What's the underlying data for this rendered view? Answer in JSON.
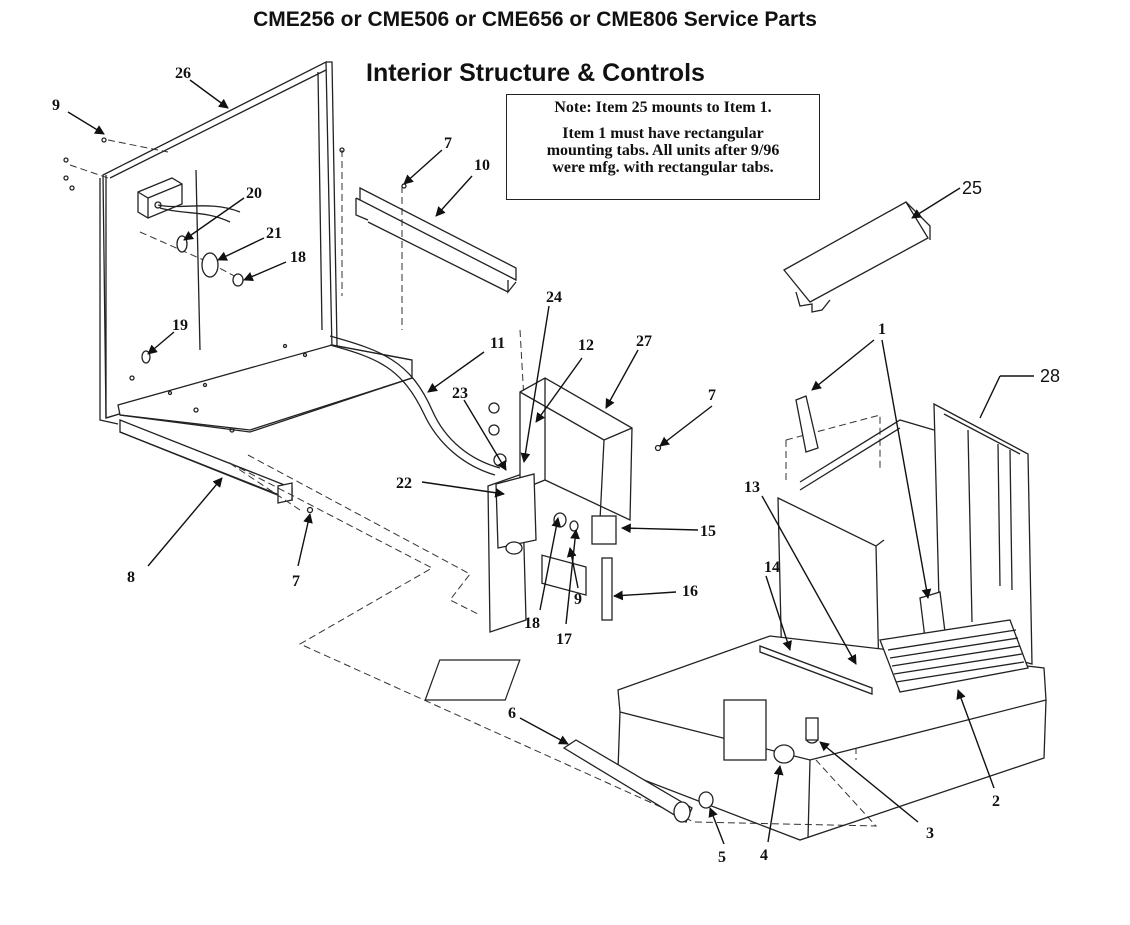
{
  "header": {
    "title": "CME256 or CME506 or CME656 or CME806 Service Parts",
    "subtitle": "Interior Structure & Controls"
  },
  "note": {
    "line1": "Note: Item 25 mounts to Item 1.",
    "line2": "Item 1 must have rectangular",
    "line3": "mounting tabs. All units after 9/96",
    "line4": "were mfg. with rectangular tabs."
  },
  "callouts": {
    "c1": "1",
    "c2": "2",
    "c3": "3",
    "c4": "4",
    "c5": "5",
    "c6": "6",
    "c7a": "7",
    "c7b": "7",
    "c7c": "7",
    "c8": "8",
    "c9a": "9",
    "c9b": "9",
    "c10": "10",
    "c11": "11",
    "c12": "12",
    "c13": "13",
    "c14": "14",
    "c15": "15",
    "c16": "16",
    "c17": "17",
    "c18a": "18",
    "c18b": "18",
    "c19": "19",
    "c20": "20",
    "c21": "21",
    "c22": "22",
    "c23": "23",
    "c24": "24",
    "c25": "25",
    "c26": "26",
    "c27": "27",
    "c28": "28"
  }
}
